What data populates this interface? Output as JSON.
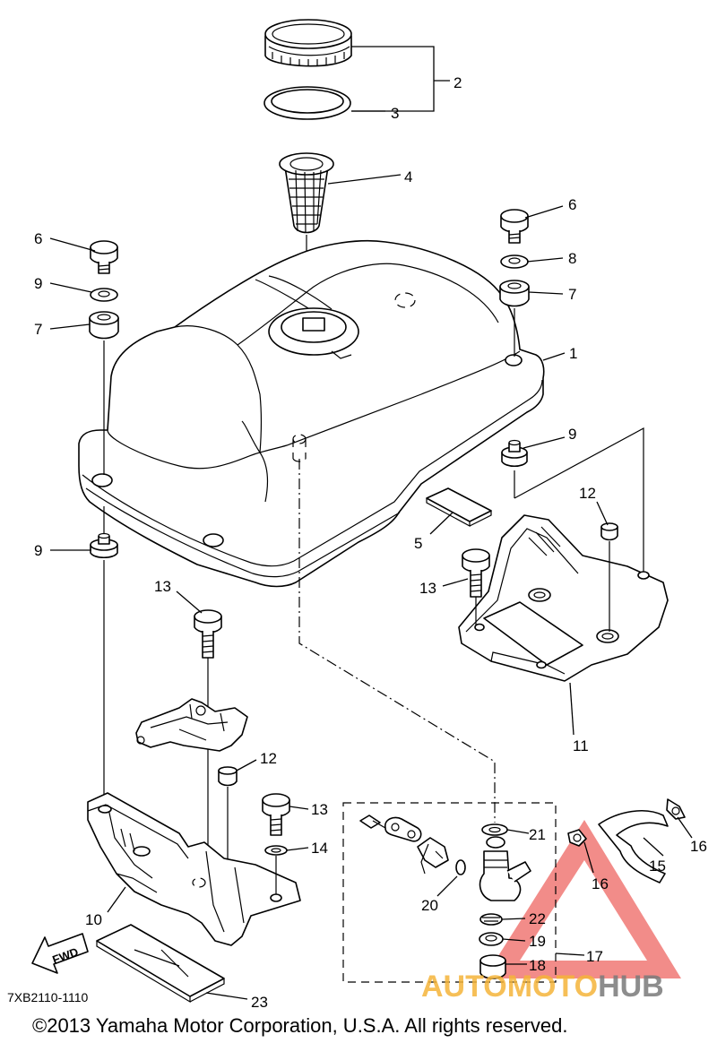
{
  "diagram": {
    "code": "7XB2110-1110",
    "copyright": "©2013 Yamaha Motor Corporation, U.S.A. All rights reserved.",
    "fwd_label": "FWD",
    "part_labels": [
      "1",
      "2",
      "3",
      "4",
      "5",
      "6",
      "7",
      "8",
      "9",
      "10",
      "11",
      "12",
      "13",
      "14",
      "15",
      "16",
      "17",
      "18",
      "19",
      "20",
      "21",
      "22",
      "23"
    ]
  },
  "watermark": {
    "text_left": "AUTOMOTO",
    "text_right": "HUB",
    "color_left": "#f5b53a",
    "color_right": "#7a7a7a",
    "triangle_color": "#e8302a"
  }
}
